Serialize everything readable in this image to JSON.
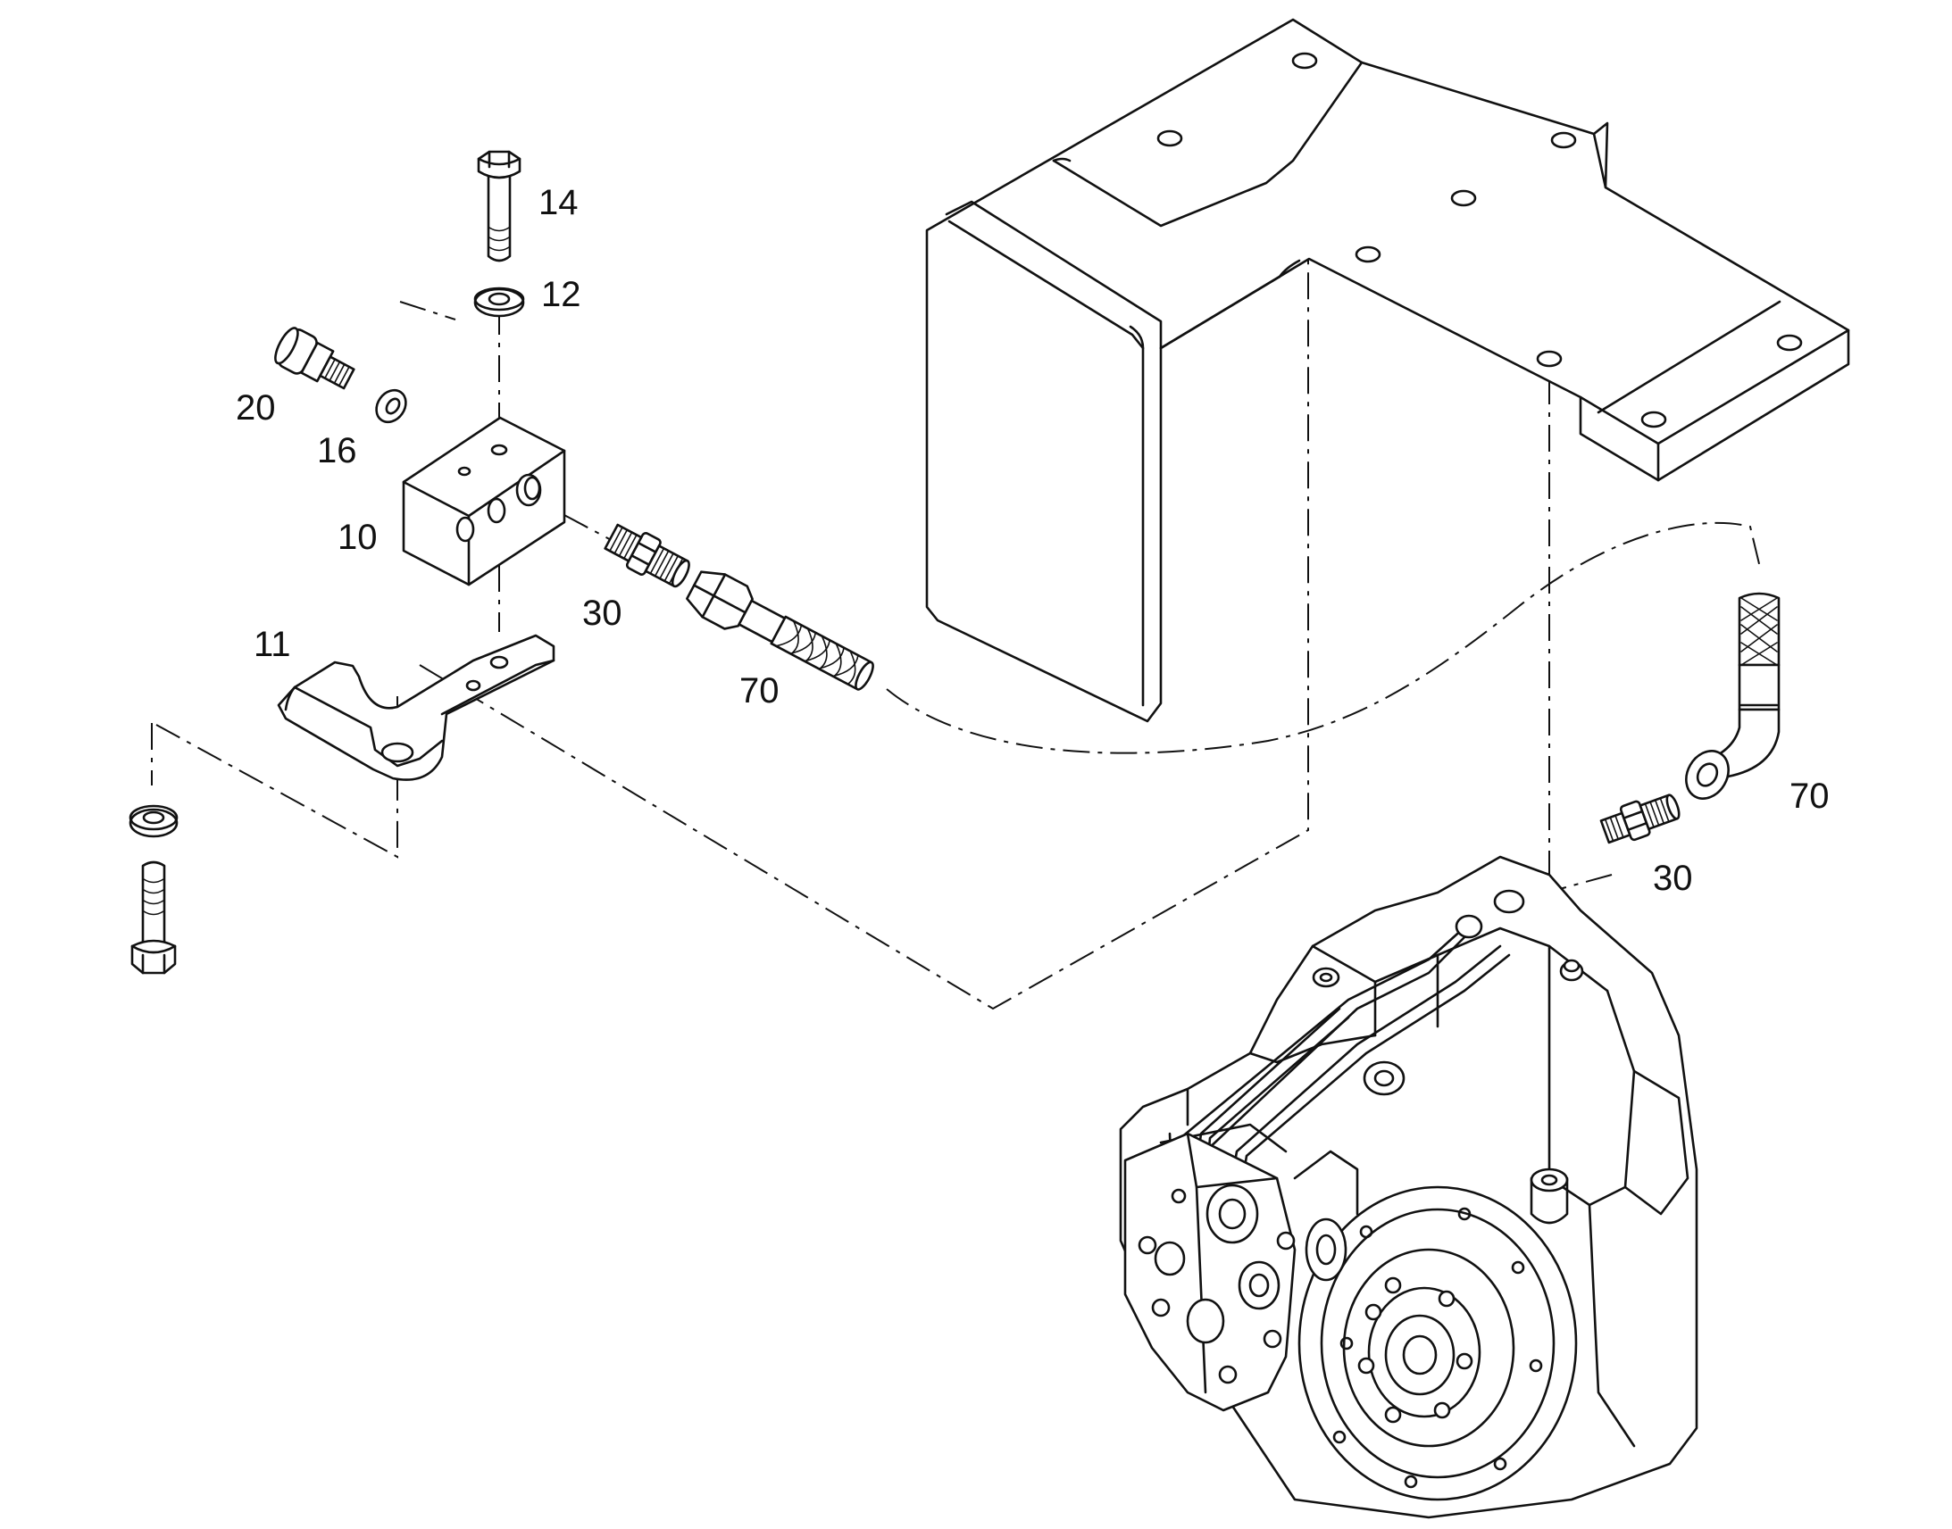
{
  "callouts": {
    "bolt_top": "14",
    "washer_top": "12",
    "plug": "20",
    "seal_ring": "16",
    "block": "10",
    "bracket": "11",
    "connector_left": "30",
    "hose_left": "70",
    "hose_right": "70",
    "connector_right": "30"
  },
  "colors": {
    "line": "#111111",
    "background": "#ffffff"
  }
}
